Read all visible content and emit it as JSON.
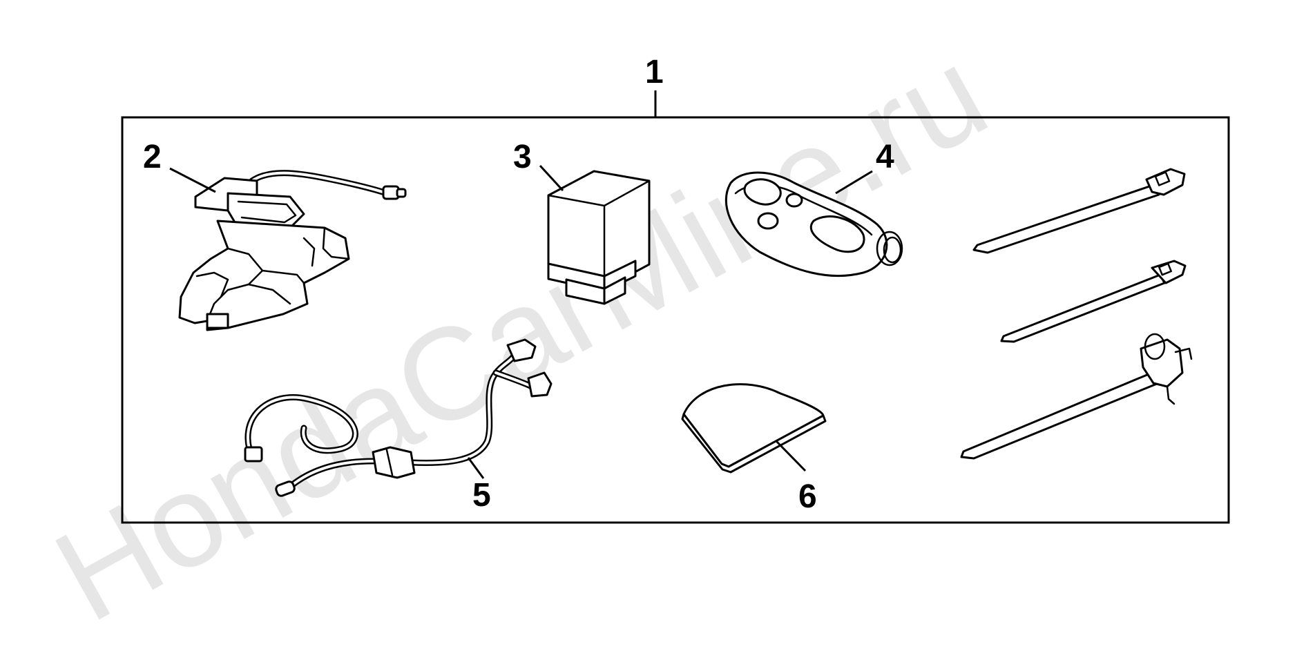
{
  "watermark": {
    "text": "HondaCarMine.ru",
    "color": "#e6e6e6"
  },
  "colors": {
    "line": "#000000",
    "background": "#ffffff"
  },
  "callouts": {
    "kit": "1",
    "sensor": "2",
    "module": "3",
    "remote": "4",
    "harness": "5",
    "pad": "6"
  }
}
